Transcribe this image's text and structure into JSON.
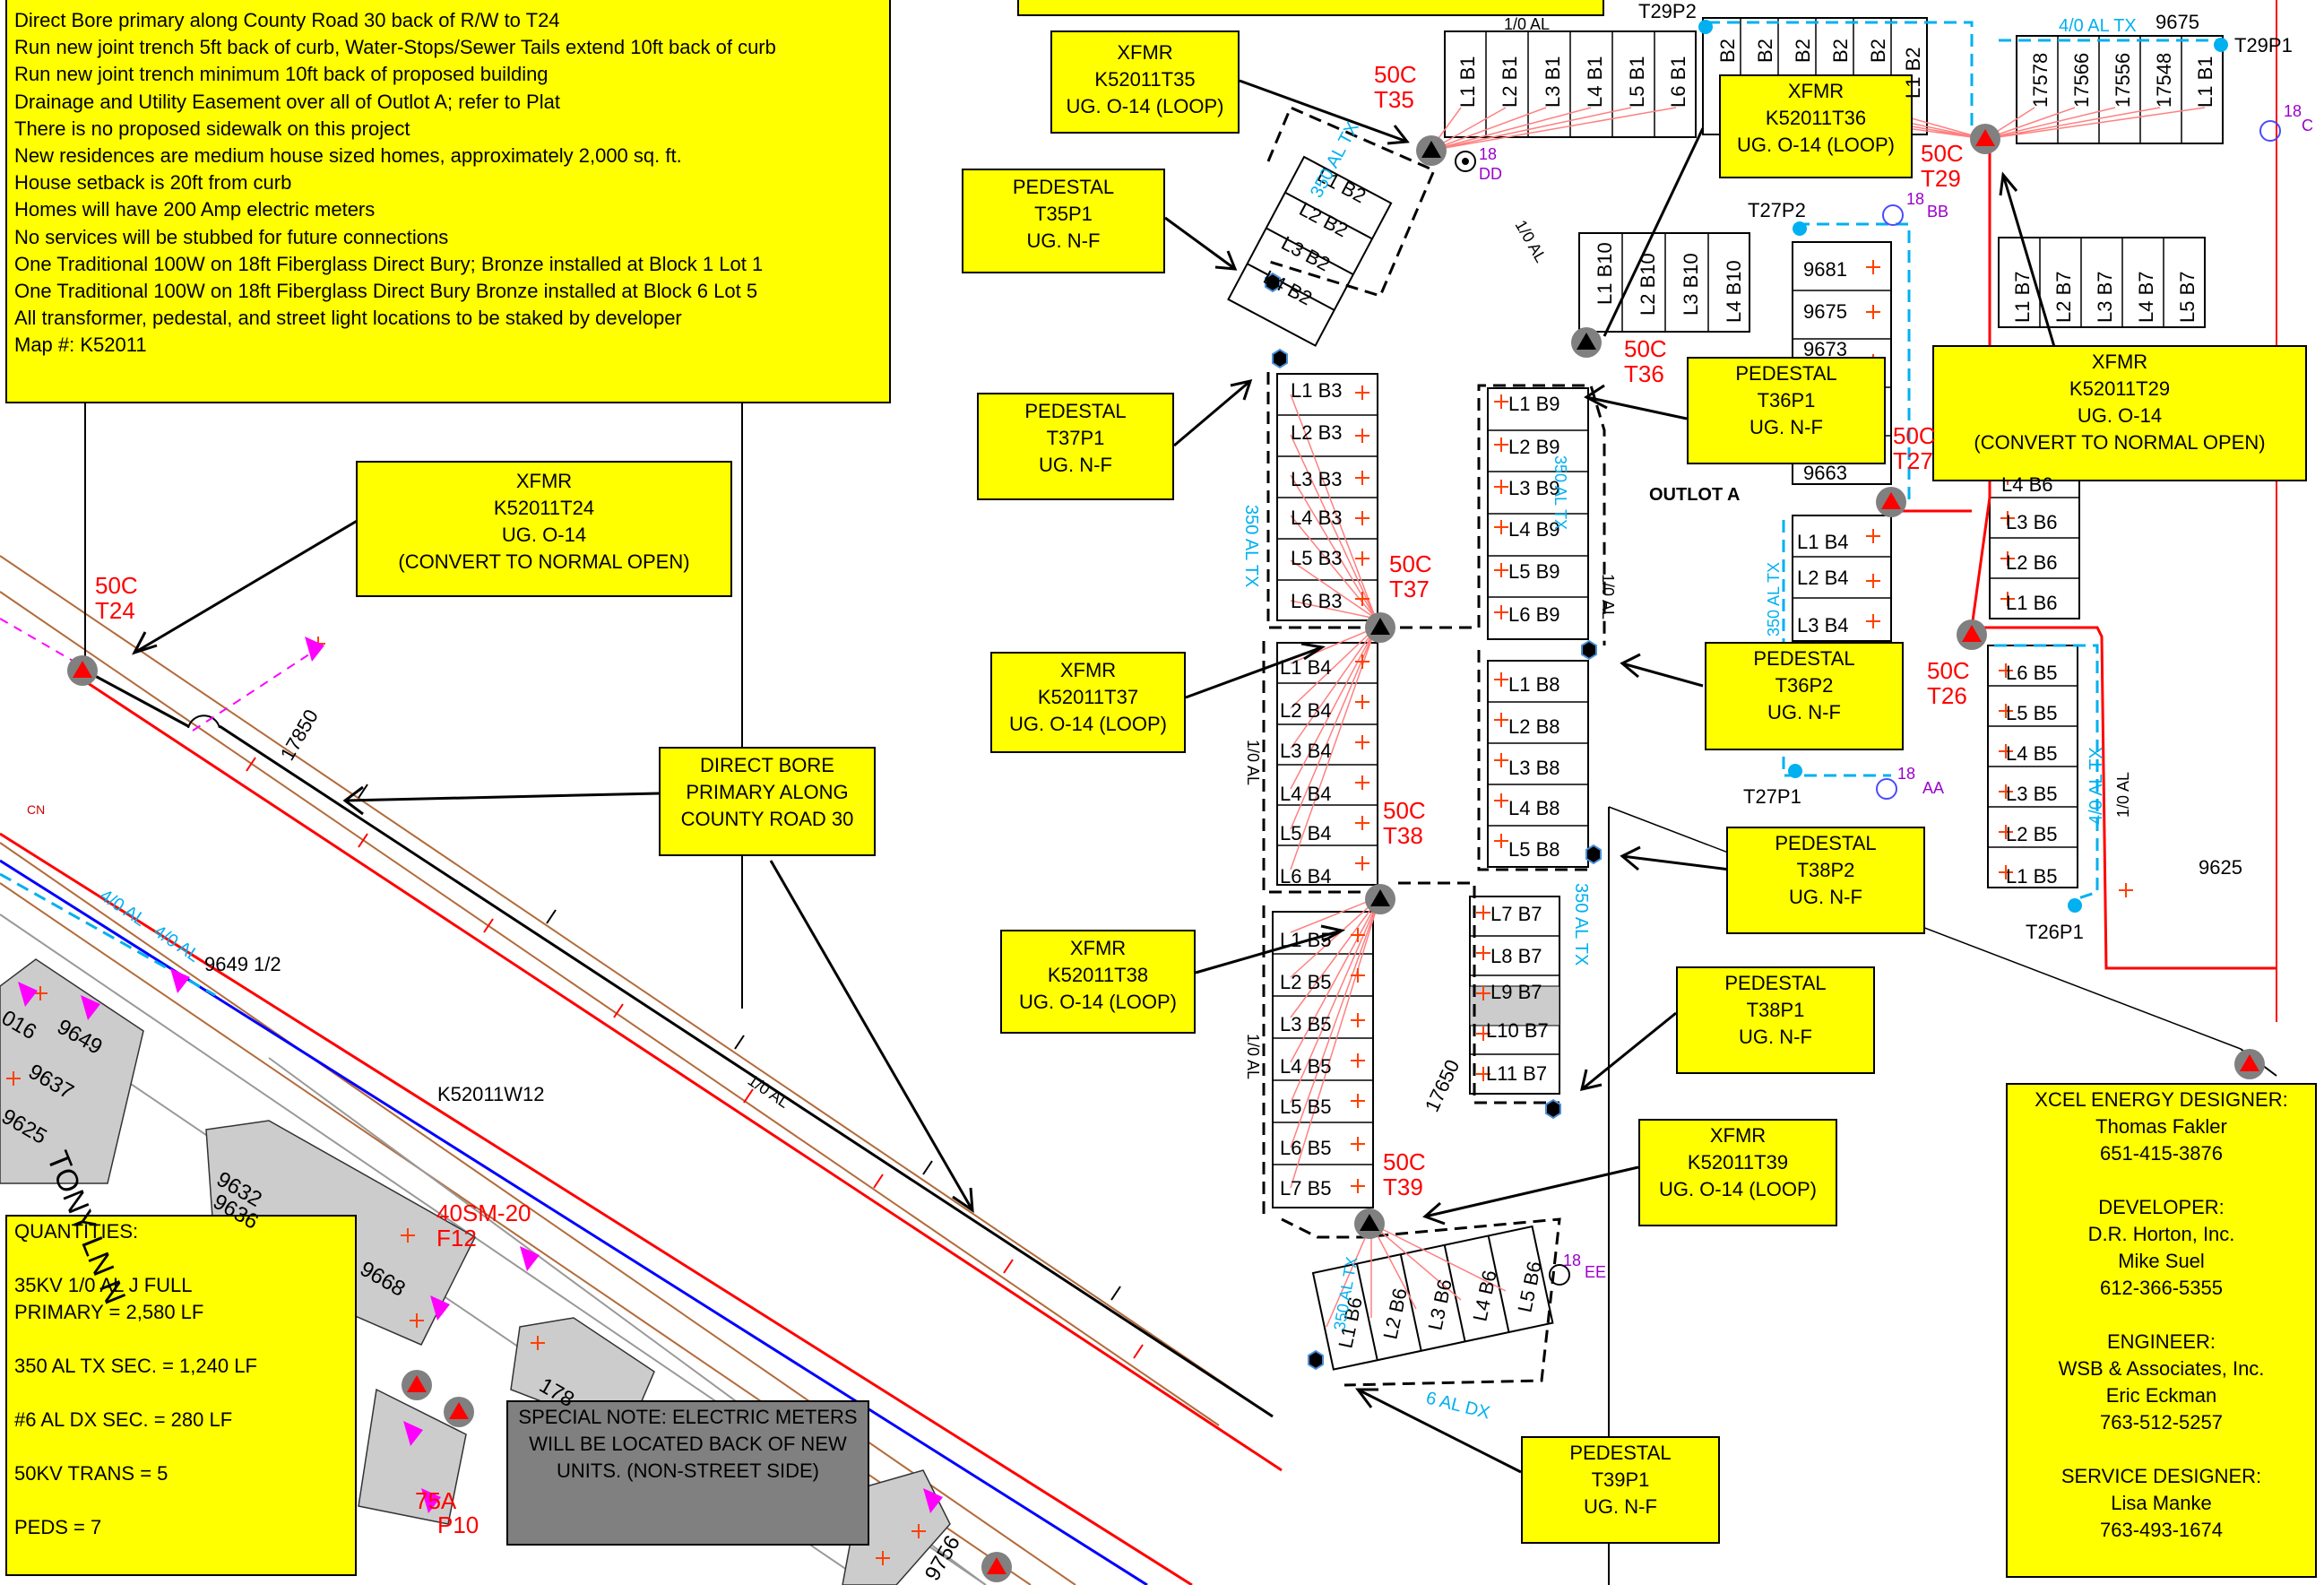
{
  "notes": {
    "lines": [
      "Direct Bore primary along County Road 30 back of R/W to T24",
      "Run new joint trench 5ft back of curb, Water-Stops/Sewer Tails extend 10ft back of curb",
      "Run new joint trench minimum 10ft back of proposed building",
      "Drainage and Utility Easement over all of Outlot A; refer to Plat",
      "There is no proposed sidewalk on this project",
      "New residences are medium house sized homes, approximately 2,000 sq. ft.",
      "House setback is 20ft from curb",
      "Homes will have 200 Amp electric meters",
      "No services will be stubbed for future connections",
      "One Traditional 100W on 18ft Fiberglass Direct Bury; Bronze installed at Block 1 Lot 1",
      "One Traditional 100W on 18ft Fiberglass Direct Bury   Bronze installed at Block 6 Lot 5",
      "All transformer, pedestal, and street light locations to be staked by developer",
      "Map #: K52011"
    ]
  },
  "callouts": [
    {
      "id": "xfmr-t24",
      "lines": [
        "XFMR",
        "K52011T24",
        "UG. O-14",
        "(CONVERT TO NORMAL OPEN)"
      ]
    },
    {
      "id": "direct-bore",
      "lines": [
        "DIRECT BORE",
        "PRIMARY ALONG",
        "COUNTY ROAD 30"
      ]
    },
    {
      "id": "xfmr-t35",
      "lines": [
        "XFMR",
        "K52011T35",
        "UG. O-14 (LOOP)"
      ]
    },
    {
      "id": "ped-t35p1",
      "lines": [
        "PEDESTAL",
        "T35P1",
        "UG. N-F"
      ]
    },
    {
      "id": "ped-t37p1",
      "lines": [
        "PEDESTAL",
        "T37P1",
        "UG. N-F"
      ]
    },
    {
      "id": "xfmr-t37",
      "lines": [
        "XFMR",
        "K52011T37",
        "UG. O-14 (LOOP)"
      ]
    },
    {
      "id": "xfmr-t38",
      "lines": [
        "XFMR",
        "K52011T38",
        "UG. O-14 (LOOP)"
      ]
    },
    {
      "id": "xfmr-t36",
      "lines": [
        "XFMR",
        "K52011T36",
        "UG. O-14 (LOOP)"
      ]
    },
    {
      "id": "ped-t36p1",
      "lines": [
        "PEDESTAL",
        "T36P1",
        "UG. N-F"
      ]
    },
    {
      "id": "ped-t36p2",
      "lines": [
        "PEDESTAL",
        "T36P2",
        "UG. N-F"
      ]
    },
    {
      "id": "ped-t38p2",
      "lines": [
        "PEDESTAL",
        "T38P2",
        "UG. N-F"
      ]
    },
    {
      "id": "ped-t38p1",
      "lines": [
        "PEDESTAL",
        "T38P1",
        "UG. N-F"
      ]
    },
    {
      "id": "xfmr-t39",
      "lines": [
        "XFMR",
        "K52011T39",
        "UG. O-14 (LOOP)"
      ]
    },
    {
      "id": "ped-t39p1",
      "lines": [
        "PEDESTAL",
        "T39P1",
        "UG. N-F"
      ]
    },
    {
      "id": "xfmr-t29",
      "lines": [
        "XFMR",
        "K52011T29",
        "UG. O-14",
        "(CONVERT TO NORMAL OPEN)"
      ]
    }
  ],
  "quantities": {
    "title": "QUANTITIES:",
    "items": [
      "35KV 1/0 AL J FULL",
      "PRIMARY = 2,580 LF",
      "350 AL TX SEC. = 1,240 LF",
      "#6 AL DX SEC. = 280 LF",
      "50KV TRANS = 5",
      "PEDS = 7"
    ]
  },
  "special_note": {
    "lines": [
      "SPECIAL NOTE:",
      "ELECTRIC METERS WILL BE",
      "LOCATED BACK OF NEW UNITS.",
      "(NON-STREET SIDE)"
    ]
  },
  "contacts": {
    "lines": [
      "XCEL ENERGY DESIGNER:",
      "Thomas Fakler",
      "651-415-3876",
      "",
      "DEVELOPER:",
      "D.R. Horton, Inc.",
      "Mike Suel",
      "612-366-5355",
      "",
      "ENGINEER:",
      "WSB & Associates, Inc.",
      "Eric Eckman",
      "763-512-5257",
      "",
      "SERVICE DESIGNER:",
      "Lisa Manke",
      "763-493-1674"
    ]
  },
  "transformer_labels": [
    {
      "id": "t24",
      "lines": [
        "50C",
        "T24"
      ]
    },
    {
      "id": "t35",
      "lines": [
        "50C",
        "T35"
      ]
    },
    {
      "id": "t36",
      "lines": [
        "50C",
        "T36"
      ]
    },
    {
      "id": "t37",
      "lines": [
        "50C",
        "T37"
      ]
    },
    {
      "id": "t38",
      "lines": [
        "50C",
        "T38"
      ]
    },
    {
      "id": "t39",
      "lines": [
        "50C",
        "T39"
      ]
    },
    {
      "id": "t29",
      "lines": [
        "50C",
        "T29"
      ]
    },
    {
      "id": "t27",
      "lines": [
        "50C",
        "T27"
      ]
    },
    {
      "id": "t26",
      "lines": [
        "50C",
        "T26"
      ]
    }
  ],
  "lots": {
    "b3": [
      "L1 B3",
      "L2 B3",
      "L3 B3",
      "L4 B3",
      "L5 B3",
      "L6 B3"
    ],
    "b4": [
      "L1 B4",
      "L2 B4",
      "L3 B4",
      "L4 B4",
      "L5 B4",
      "L6 B4"
    ],
    "b5": [
      "L1 B5",
      "L2 B5",
      "L3 B5",
      "L4 B5",
      "L5 B5",
      "L6 B5",
      "L7 B5"
    ],
    "b9": [
      "L1 B9",
      "L2 B9",
      "L3 B9",
      "L4 B9",
      "L5 B9",
      "L6 B9"
    ],
    "b8": [
      "L1 B8",
      "L2 B8",
      "L3 B8",
      "L4 B8",
      "L5 B8"
    ],
    "b7w": [
      "L7 B7",
      "L8 B7",
      "L9 B7",
      "L10 B7",
      "L11 B7"
    ],
    "b2": [
      "L1 B2",
      "L2 B2",
      "L3 B2",
      "L4 B2"
    ],
    "b1": [
      "L1 B1",
      "L2 B1",
      "L3 B1",
      "L4 B1",
      "L5 B1",
      "L6 B1"
    ],
    "b2top": [
      "B2",
      "B2",
      "B2",
      "B2",
      "B2",
      "L1 B2"
    ],
    "b10": [
      "L1 B10",
      "L2 B10",
      "L3 B10",
      "L4 B10"
    ],
    "b6": [
      "L1 B6",
      "L2 B6",
      "L3 B6",
      "L4 B6",
      "L5 B6"
    ],
    "b7e": [
      "L1 B7",
      "L2 B7",
      "L3 B7",
      "L4 B7",
      "L5 B7"
    ],
    "b6e": [
      "L4 B6",
      "L3 B6",
      "L2 B6",
      "L1 B6"
    ],
    "b5e": [
      "L6 B5",
      "L5 B5",
      "L4 B5",
      "L3 B5",
      "L2 B5",
      "L1 B5"
    ],
    "b4e": [
      "L1 B4",
      "L2 B4",
      "L3 B4"
    ],
    "addr_top": [
      "17578",
      "17566",
      "17556",
      "17548",
      "L1 B1"
    ],
    "addr_mid": [
      "9681",
      "9675",
      "9673",
      "9663"
    ]
  },
  "map_labels": {
    "p_t29p2": "T29P2",
    "p_t29p1": "T29P1",
    "p_t27p2": "T27P2",
    "p_t27p1": "T27P1",
    "p_t26p1": "T26P1",
    "addr_9675": "9675",
    "addr_9625": "9625",
    "addr_17850": "17850",
    "addr_17650": "17650",
    "addr_9649": "9649 1/2",
    "k52011w12": "K52011W12",
    "sm40": "40SM-20",
    "f12": "F12",
    "a75": "75A",
    "p10": "P10",
    "outlot": "OUTLOT A",
    "road": "TONY LN N",
    "al10_top": "1/0 AL",
    "al10_diag": "1/0 AL",
    "al10_road": "1/0 AL",
    "al10_b4": "1/0 AL",
    "al10_b5": "1/0 AL",
    "al10_mid": "1/0 AL",
    "al10_east": "1/0 AL",
    "al40_tx_top": "4/0 AL TX",
    "al40_tx_east": "4/0 AL TX",
    "al40_road1": "4/0 AL",
    "al40_road2": "4/0 AL",
    "al350_b2": "350 AL TX",
    "al350_b3": "350 AL TX",
    "al350_b7": "350 AL TX",
    "al350_b9": "350 AL TX",
    "al350_b6": "350 AL TX",
    "al350_b4e": "350 AL TX",
    "al6dx": "6 AL DX",
    "sl_dd": "DD",
    "sl_bb": "BB",
    "sl_aa": "AA",
    "sl_ee": "EE",
    "sl_cc": "C",
    "sl_18": "18",
    "cn": "CN",
    "lot_9649": "9649",
    "lot_9637": "9637",
    "lot_9625": "9625",
    "lot_9668": "9668",
    "lot_9632": "9632",
    "lot_9636": "9636",
    "lot_016": "016",
    "lot_178": "178",
    "lot_9756": "9756"
  },
  "colors": {
    "callout_fill": "#ffff00",
    "note_fill": "#808080",
    "primary": "#ff0000",
    "secondary": "#0000ff",
    "tx_cable": "#00b0f0",
    "street_light": "#9900cc",
    "lot_fill": "#cccccc"
  }
}
